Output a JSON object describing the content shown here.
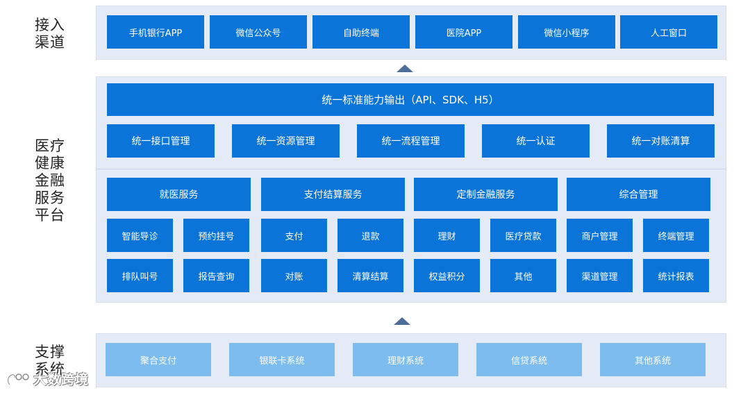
{
  "labels": {
    "access": "接入\n渠道",
    "platform": "医疗\n健康\n金融\n服务\n平台",
    "support": "支撑\n系统"
  },
  "channels": [
    "手机银行APP",
    "微信公众号",
    "自助终端",
    "医院APP",
    "微信小程序",
    "人工窗口"
  ],
  "platform": {
    "output": "统一标准能力输出（API、SDK、H5）",
    "management": [
      "统一接口管理",
      "统一资源管理",
      "统一流程管理",
      "统一认证",
      "统一对账清算"
    ],
    "services": [
      {
        "title": "就医服务",
        "items": [
          "智能导诊",
          "预约挂号",
          "排队叫号",
          "报告查询"
        ]
      },
      {
        "title": "支付结算服务",
        "items": [
          "支付",
          "退款",
          "对账",
          "清算结算"
        ]
      },
      {
        "title": "定制金融服务",
        "items": [
          "理财",
          "医疗贷款",
          "权益积分",
          "其他"
        ]
      },
      {
        "title": "综合管理",
        "items": [
          "商户管理",
          "终端管理",
          "渠道管理",
          "统计报表"
        ]
      }
    ]
  },
  "support": [
    "聚合支付",
    "银联卡系统",
    "理财系统",
    "信贷系统",
    "其他系统"
  ],
  "watermark": "大数跨境",
  "colors": {
    "primary": "#0a74d9",
    "light": "#7dbcef",
    "band": "#e4ebf6",
    "arrow": "#4e6d9b"
  }
}
